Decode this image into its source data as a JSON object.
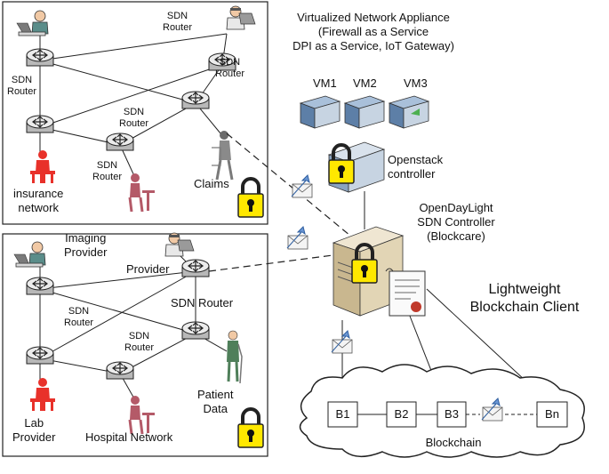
{
  "top_network": {
    "routers": [
      "SDN\nRouter",
      "SDN\nRouter",
      "SDN\nRouter",
      "SDN\nRouter",
      "SDN\nRouter"
    ],
    "insurance_label": "insurance\nnetwork",
    "claims_label": "Claims"
  },
  "bottom_network": {
    "imaging_label": "Imaging\nProvider",
    "provider_label": "Provider",
    "sdn_router_label": "SDN Router",
    "router_a": "SDN\nRouter",
    "router_b": "SDN\nRouter",
    "patient_data_label": "Patient\nData",
    "lab_provider_label": "Lab\nProvider",
    "hospital_network_label": "Hospital Network"
  },
  "appliance": {
    "title": "Virtualized Network Appliance\n(Firewall as a Service\nDPI as a Service, IoT Gateway)",
    "vms": [
      "VM1",
      "VM2",
      "VM3"
    ],
    "openstack_label": "Openstack\ncontroller"
  },
  "controller": {
    "label": "OpenDayLight\nSDN Controller\n(Blockcare)"
  },
  "client": {
    "label": "Lightweight\nBlockchain Client"
  },
  "blockchain": {
    "blocks": [
      "B1",
      "B2",
      "B3",
      "Bn"
    ],
    "label": "Blockchain"
  },
  "colors": {
    "router_body": "#c9c9c9",
    "router_top": "#eeeeee",
    "lock_yellow": "#ffe800",
    "person_red": "#e8312a",
    "person_pink": "#b45a68",
    "server_blue": "#5d7fa7",
    "envelope_blue": "#6a96d4"
  }
}
